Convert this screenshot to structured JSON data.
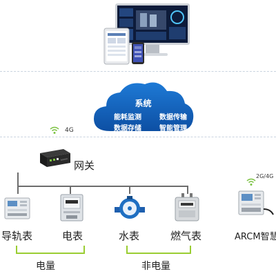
{
  "cloud": {
    "title": "系统",
    "line1_left": "能耗监测",
    "line1_right": "数据传输",
    "line2_left": "数据存储",
    "line2_right": "智能管理"
  },
  "gateway": {
    "label": "网关",
    "signal": "4G"
  },
  "devices": [
    {
      "label": "导轨表"
    },
    {
      "label": "电表"
    },
    {
      "label": "水表"
    },
    {
      "label": "燃气表"
    },
    {
      "label": "ARCM智慧"
    }
  ],
  "arcm_signal": "2G/4G",
  "groups": {
    "electric": "电量",
    "non_electric": "非电量"
  },
  "colors": {
    "cloud": "#1565c0",
    "bracket": "#9acd32",
    "line": "#6d6d6d"
  }
}
